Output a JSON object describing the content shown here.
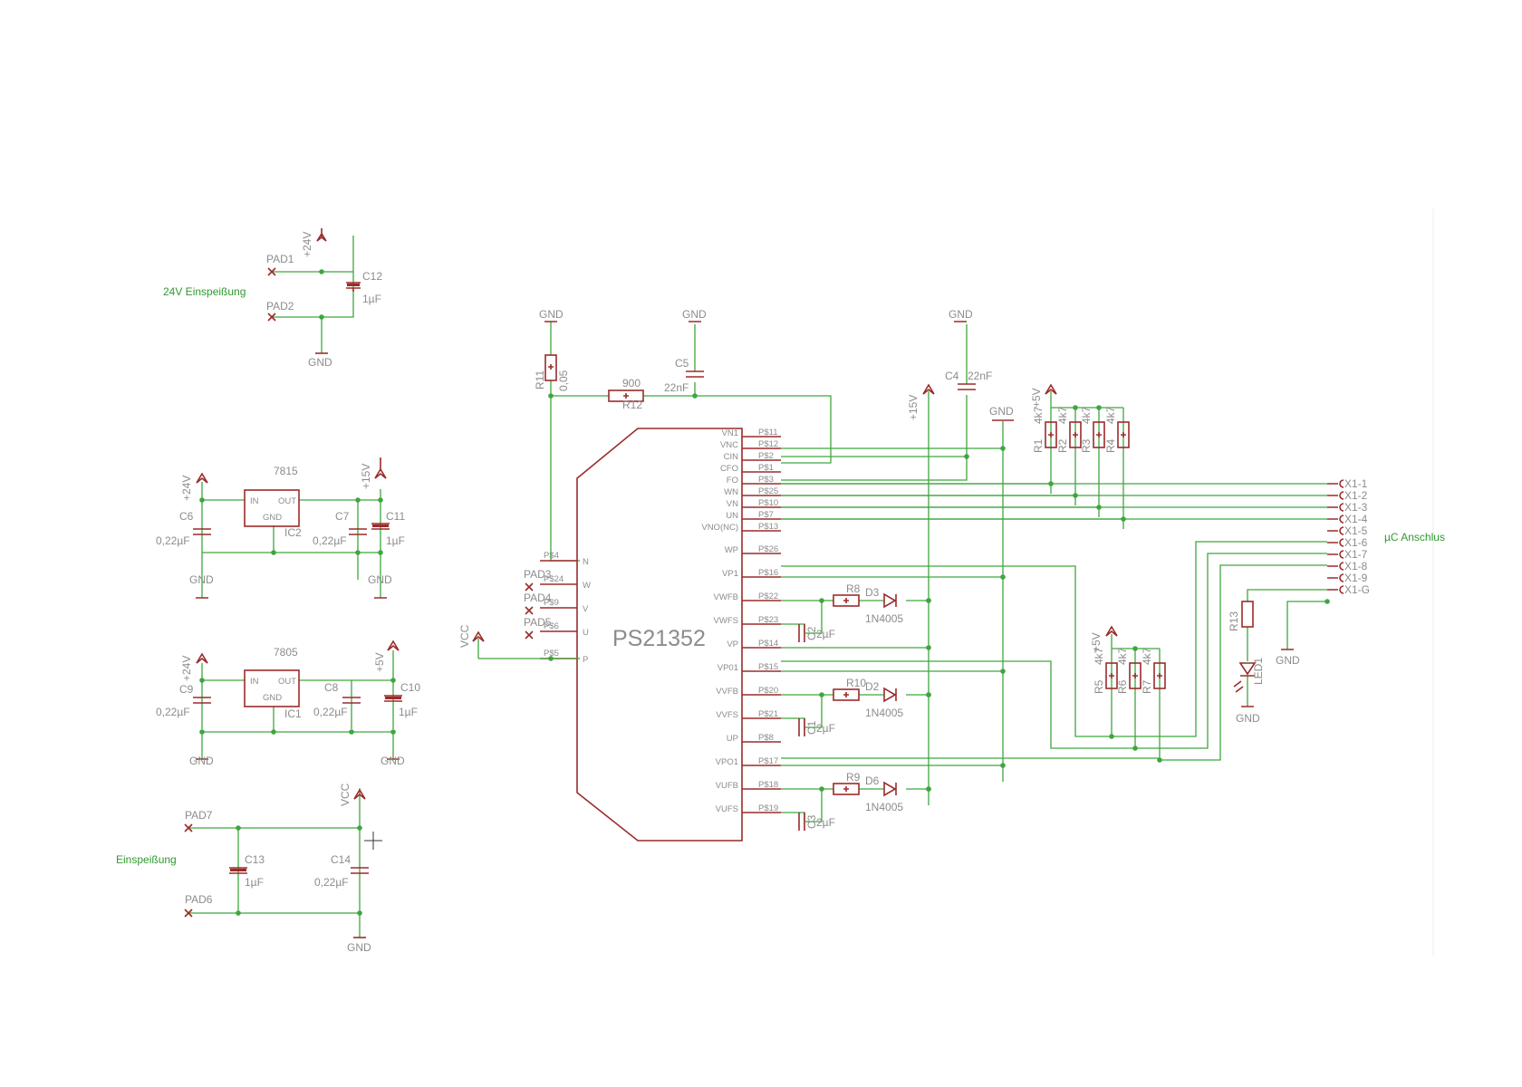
{
  "ic": {
    "name": "PS21352",
    "ground_marker": "GND"
  },
  "ic_left_pins": [
    {
      "pin": "P$4",
      "name": "N"
    },
    {
      "pin": "P$24",
      "name": "W"
    },
    {
      "pin": "P$9",
      "name": "V"
    },
    {
      "pin": "P$6",
      "name": "U"
    },
    {
      "pin": "P$5",
      "name": "P"
    }
  ],
  "ic_right_pins": [
    {
      "name": "VN1",
      "pin": "P$11"
    },
    {
      "name": "VNC",
      "pin": "P$12"
    },
    {
      "name": "CIN",
      "pin": "P$2"
    },
    {
      "name": "CFO",
      "pin": "P$1"
    },
    {
      "name": "FO",
      "pin": "P$3"
    },
    {
      "name": "WN",
      "pin": "P$25"
    },
    {
      "name": "VN",
      "pin": "P$10"
    },
    {
      "name": "UN",
      "pin": "P$7"
    },
    {
      "name": "VNO(NC)",
      "pin": "P$13"
    },
    {
      "name": "WP",
      "pin": "P$26"
    },
    {
      "name": "VP1",
      "pin": "P$16"
    },
    {
      "name": "VWFB",
      "pin": "P$22"
    },
    {
      "name": "VWFS",
      "pin": "P$23"
    },
    {
      "name": "VP",
      "pin": "P$14"
    },
    {
      "name": "VP01",
      "pin": "P$15"
    },
    {
      "name": "VVFB",
      "pin": "P$20"
    },
    {
      "name": "VVFS",
      "pin": "P$21"
    },
    {
      "name": "UP",
      "pin": "P$8"
    },
    {
      "name": "VPO1",
      "pin": "P$17"
    },
    {
      "name": "VUFB",
      "pin": "P$18"
    },
    {
      "name": "VUFS",
      "pin": "P$19"
    }
  ],
  "connector": {
    "pins": [
      "X1-1",
      "X1-2",
      "X1-3",
      "X1-4",
      "X1-5",
      "X1-6",
      "X1-7",
      "X1-8",
      "X1-9",
      "X1-G"
    ],
    "note": "µC Anschlus"
  },
  "notes": {
    "supply24": "24V Einspeißung",
    "supply": "Einspeißung"
  },
  "labels": {
    "gnd": "GND",
    "p24": "+24V",
    "p15": "+15V",
    "p5": "+5V",
    "vcc": "VCC",
    "pad1": "PAD1",
    "pad2": "PAD2",
    "pad3": "PAD3",
    "pad4": "PAD4",
    "pad5": "PAD5",
    "pad6": "PAD6",
    "pad7": "PAD7",
    "c12": "C12",
    "c6": "C6",
    "c7": "C7",
    "c11": "C11",
    "c9": "C9",
    "c8": "C8",
    "c10": "C10",
    "c13": "C13",
    "c14": "C14",
    "c5": "C5",
    "c4": "C4",
    "c1": "C1",
    "c2": "C2",
    "c3": "C3",
    "ic1": "IC1",
    "ic2": "IC2",
    "r11": "R11",
    "r12": "R12",
    "r8": "R8",
    "r9": "R9",
    "r10": "R10",
    "r13": "R13",
    "r1": "R1",
    "r2": "R2",
    "r3": "R3",
    "r4": "R4",
    "r5": "R5",
    "r6": "R6",
    "r7": "R7",
    "d2": "D2",
    "d3": "D3",
    "d6": "D6",
    "led1": "LED1",
    "reg_in": "IN",
    "reg_out": "OUT"
  },
  "values": {
    "uf1": "1µF",
    "uf022": "0,22µF",
    "uf2": "2µF",
    "nf22": "22nF",
    "r900": "900",
    "r005": "0,05",
    "r4k7": "4k7",
    "diode": "1N4005",
    "reg7815": "7815",
    "reg7805": "7805"
  },
  "colors": {
    "wire": "#3fa63f",
    "part": "#9b2b2b",
    "text": "#8c8c8c",
    "note": "#2e9a2e"
  }
}
